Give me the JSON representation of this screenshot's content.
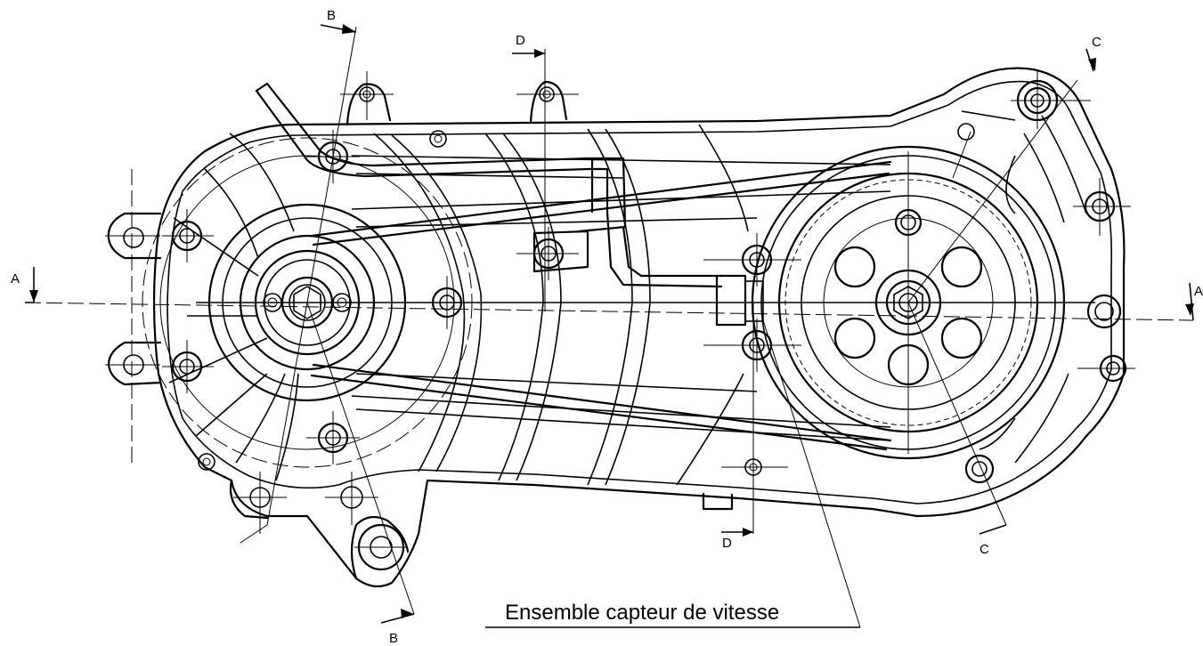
{
  "caption": "Ensemble capteur de vitesse",
  "section_labels": {
    "a_left": "A",
    "a_right": "A",
    "b_top": "B",
    "b_bottom": "B",
    "c_top": "C",
    "c_bottom": "C",
    "d_top": "D",
    "d_bottom": "D"
  },
  "colors": {
    "ink": "#000000",
    "paper": "#ffffff"
  }
}
